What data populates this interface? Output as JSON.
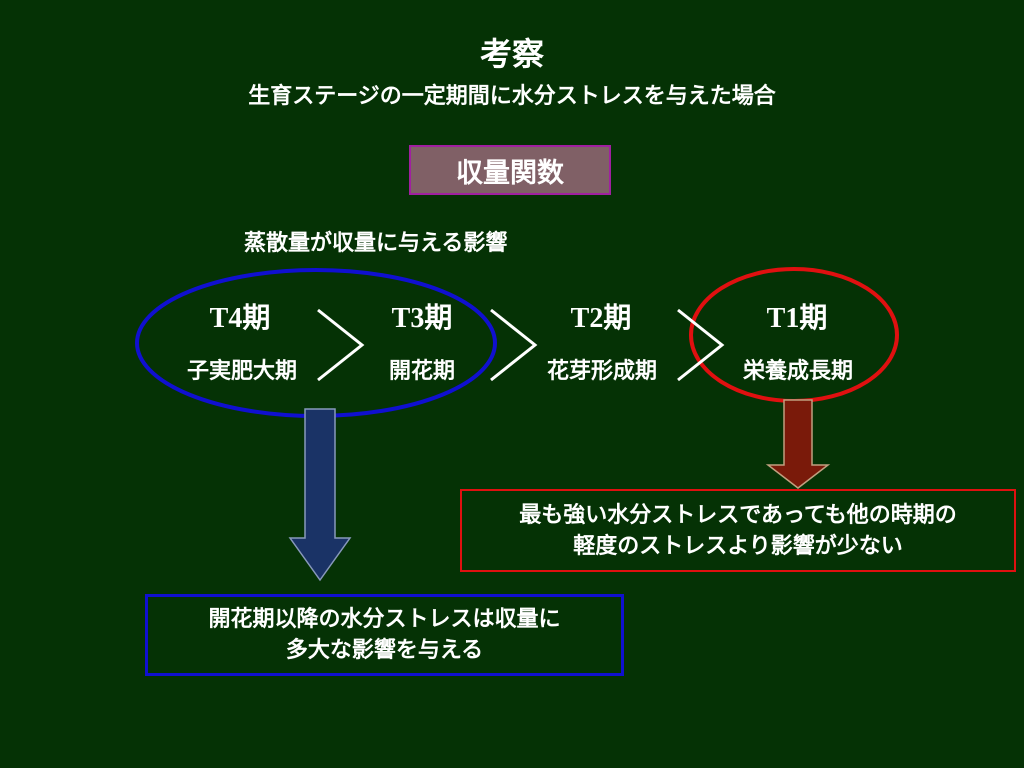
{
  "title": "考察",
  "subtitle": "生育ステージの一定期間に水分ストレスを与えた場合",
  "yield_function_label": "収量関数",
  "evap_effect_label": "蒸散量が収量に与える影響",
  "stages": [
    {
      "name": "T4期",
      "desc": "子実肥大期"
    },
    {
      "name": "T3期",
      "desc": "開花期"
    },
    {
      "name": "T2期",
      "desc": "花芽形成期"
    },
    {
      "name": "T1期",
      "desc": "栄養成長期"
    }
  ],
  "conclusions": {
    "red": {
      "line1": "最も強い水分ストレスであっても他の時期の",
      "line2": "軽度のストレスより影響が少ない"
    },
    "blue": {
      "line1": "開花期以降の水分ストレスは収量に",
      "line2": "多大な影響を与える"
    }
  },
  "colors": {
    "background": "#053205",
    "blue_highlight": "#1010d0",
    "red_highlight": "#e01010",
    "blue_arrow": "#1a3366",
    "red_arrow": "#7a1a0a",
    "yield_box": "#806066"
  }
}
